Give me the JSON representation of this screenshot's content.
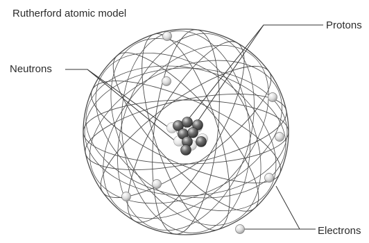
{
  "title": "Rutherford atomic model",
  "labels": {
    "neutrons": "Neutrons",
    "protons": "Protons",
    "electrons": "Electrons"
  },
  "colors": {
    "orbit": "#4a4a4a",
    "proton": "#5a5a5a",
    "neutron": "#e2e2e2",
    "electron": "#d9d9d9",
    "leader": "#333333"
  }
}
